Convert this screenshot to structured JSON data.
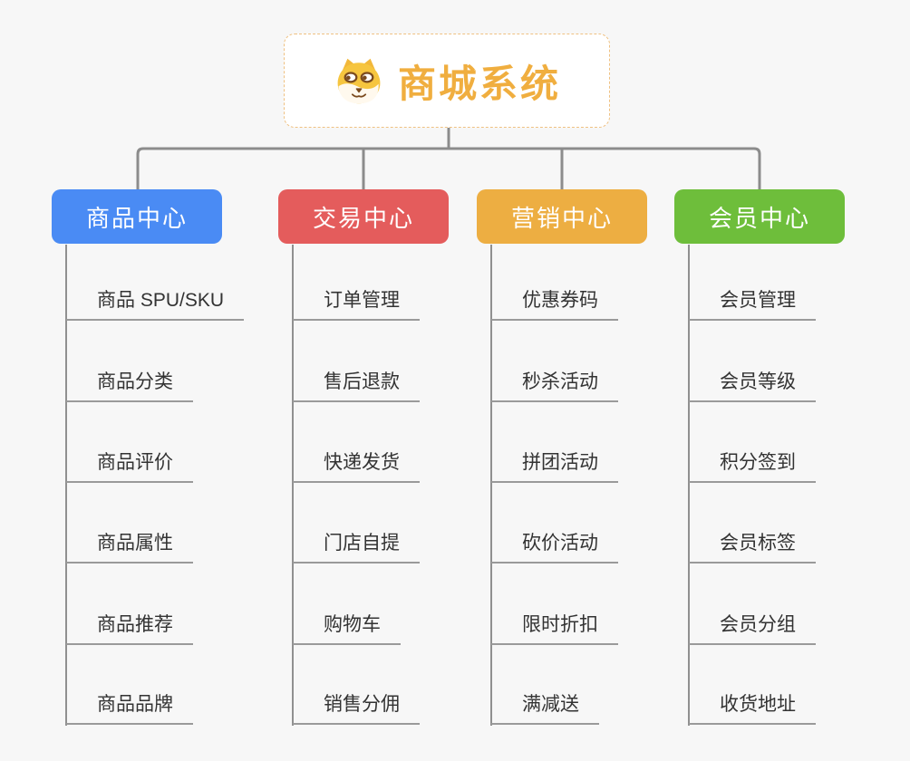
{
  "root": {
    "title": "商城系统",
    "icon": "shiba-dog-icon",
    "accent": "#f0ae3f",
    "border_color": "#efc182"
  },
  "connector_color": "#8c8c8c",
  "branches": [
    {
      "label": "商品中心",
      "color": "#4a8bf4",
      "items": [
        "商品 SPU/SKU",
        "商品分类",
        "商品评价",
        "商品属性",
        "商品推荐",
        "商品品牌"
      ]
    },
    {
      "label": "交易中心",
      "color": "#e45c5c",
      "items": [
        "订单管理",
        "售后退款",
        "快递发货",
        "门店自提",
        "购物车",
        "销售分佣"
      ]
    },
    {
      "label": "营销中心",
      "color": "#edae42",
      "items": [
        "优惠券码",
        "秒杀活动",
        "拼团活动",
        "砍价活动",
        "限时折扣",
        "满减送"
      ]
    },
    {
      "label": "会员中心",
      "color": "#6ebe3b",
      "items": [
        "会员管理",
        "会员等级",
        "积分签到",
        "会员标签",
        "会员分组",
        "收货地址"
      ]
    }
  ]
}
